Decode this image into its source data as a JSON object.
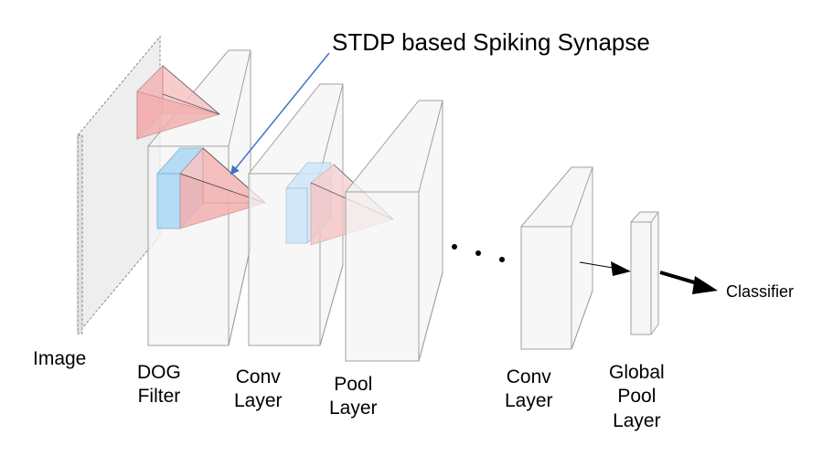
{
  "annotation": "STDP based Spiking Synapse",
  "labels": {
    "image": "Image",
    "dog_filter": [
      "DOG",
      "Filter"
    ],
    "conv_layer_1": [
      "Conv",
      "Layer"
    ],
    "pool_layer": [
      "Pool",
      "Layer"
    ],
    "conv_layer_2": [
      "Conv",
      "Layer"
    ],
    "global_pool_layer": [
      "Global",
      "Pool",
      "Layer"
    ],
    "classifier": "Classifier"
  },
  "colors": {
    "block_face": "#f2f2f2",
    "block_edge": "#9a9a9a",
    "cone_fill": "#f4b9b9",
    "kernel_fill": "#a9d8f5",
    "annotation_arrow": "#4472c4",
    "arrow": "#000000"
  }
}
